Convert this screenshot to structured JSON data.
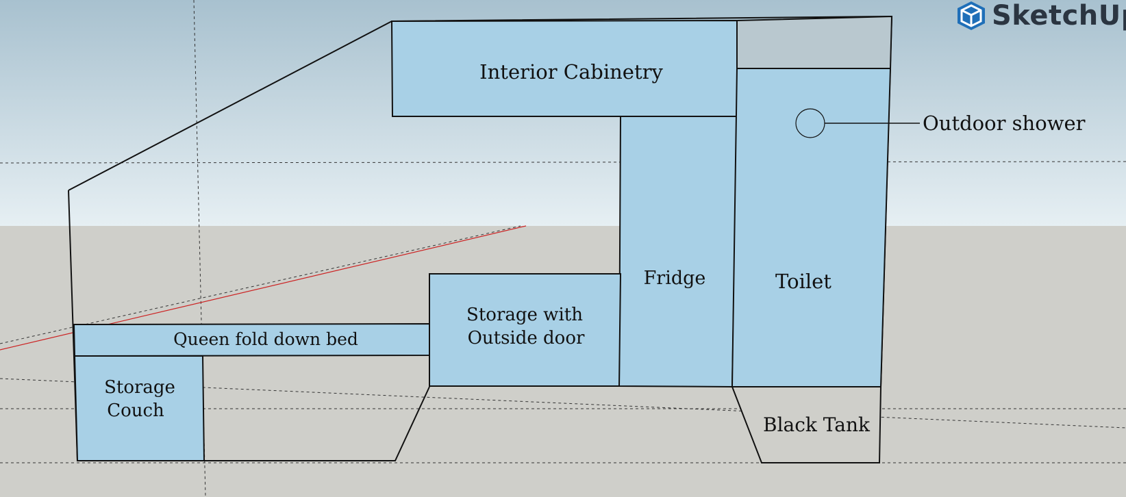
{
  "app": {
    "name": "SketchUp"
  },
  "labels": {
    "interior_cabinetry": "Interior Cabinetry",
    "outdoor_shower": "Outdoor shower",
    "fridge": "Fridge",
    "toilet": "Toilet",
    "storage_outside_line1": "Storage with",
    "storage_outside_line2": "Outside door",
    "queen_bed": "Queen fold down bed",
    "storage_couch_line1": "Storage",
    "storage_couch_line2": "Couch",
    "black_tank": "Black Tank"
  },
  "colors": {
    "sky_top": "#a8c1cf",
    "sky_bottom": "#e6eff3",
    "ground": "#cfcfca",
    "fill": "#a8d0e6",
    "brand": "#1f6fb8"
  }
}
